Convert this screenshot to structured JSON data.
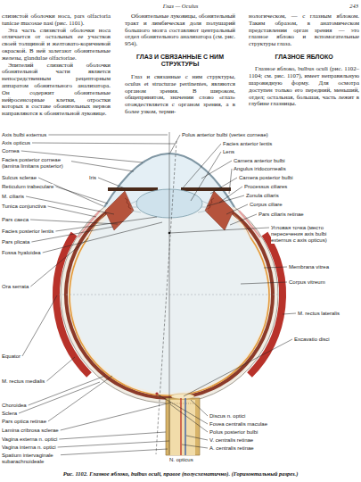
{
  "diagram": {
    "caption": "Рис. 1102. Глазное яблоко, bulbus oculi, правое (полусхематично). (Горизонтальный разрез.)",
    "labels": [
      "Глаз — Oculus",
      "243",
      "слизистой оболочки носа, pars olfactoria tunicae mucosae nasi (рис. 1101).",
      "Эта часть слизистой оболочки носа отличается от остальных ее участков своей толщиной и желтовато-коричневой окраской. В ней залегают обонятельные железы, glandulae olfactoriae.",
      "Эпителий слизистой оболочки обонятельной части является непосредственным рецепторным аппаратом обонятельного анализатора. Он содержит обонятельные нейросенсорные клетки, отростки которых в составе обонятельных нервов направляются к обонятельной луковице.",
      "Обонятельные луковицы, обонятельный тракт и лимбическая доля полушарий большого мозга составляют центральный отдел обонятельного анализатора (см. рис. 954).",
      "ГЛАЗ И СВЯЗАННЫЕ С НИМ СТРУКТУРЫ",
      "Глаз и связанные с ним структуры, oculus et structurae pertinentes, являются органом зрения. В широком, общепринятом, значении слово «глаз» отождествляется с органом зрения, а в более узком, терми-",
      "нологическом, — с глазным яблоком. Таким образом, в анатомическом представлении орган зрения — это глазное яблоко и вспомогательные структуры глаза.",
      "ГЛАЗНОЕ ЯБЛОКО",
      "Глазное яблоко, bulbus oculi (рис. 1102–1104; см. рис. 1107), имеет неправильную шаровидную форму. Для осмотра доступен только его передний, меньший, отдел; остальная, большая, часть лежит в глубине глазницы.",
      "Axis bulbi externus",
      "Axis opticus",
      "Cornea",
      "Facies posterior corneae (lamina limitans posterior)",
      "Sulcus sclerae",
      "Iris",
      "Reticulum trabeculare",
      "M. ciliaris",
      "Tunica conjunctiva",
      "Pars caeca",
      "Facies posterior lentis",
      "Pars plicata",
      "Fossa hyaloidea",
      "Ora serrata",
      "Equator",
      "M. rectus medialis",
      "Choroidea",
      "Sclera",
      "Pars optica retinae",
      "Lamina cribrosa sclerae",
      "Vagina externa n. optici",
      "Vagina interna n. optici",
      "Spatium intervaginale subarachnoideale",
      "N. opticus",
      "Polus anterior bulbi (vertex corneae)",
      "Facies anterior lentis",
      "Lens",
      "Camera anterior bulbi",
      "Angulus iridocornealis",
      "Camera posterior bulbi",
      "Processus ciliares",
      "Zonula ciliaris",
      "Corpus ciliare",
      "Pars ciliaris retinae",
      "Угловая точка (место пересечения axis bulbi externus с axis opticus)",
      "Membrana vitrea",
      "Corpus vitreum",
      "M. rectus lateralis",
      "Excavatio disci",
      "Discus n. optici",
      "Fovea centralis maculae",
      "Polus posterior bulbi",
      "V. centralis retinae",
      "A. centralis retinae"
    ]
  }
}
